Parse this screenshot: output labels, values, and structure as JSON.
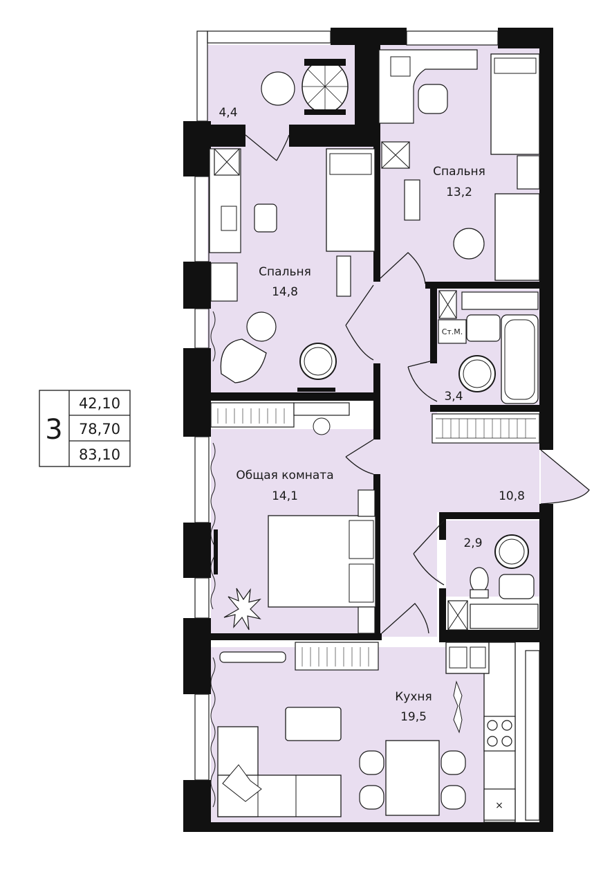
{
  "colors": {
    "room_fill": "#e9def0",
    "wall": "#111111",
    "furniture": "#ffffff",
    "line": "#1a1a1a"
  },
  "summary": {
    "rooms_count": "3",
    "living_area": "42,10",
    "total_area": "78,70",
    "area_with_balcony": "83,10"
  },
  "rooms": {
    "balcony": {
      "area": "4,4"
    },
    "bedroom_left": {
      "name": "Спальня",
      "area": "14,8"
    },
    "bedroom_right": {
      "name": "Спальня",
      "area": "13,2"
    },
    "bathroom": {
      "area": "3,4"
    },
    "storage_label": "Ст.М.",
    "hall": {
      "area": "10,8"
    },
    "toilet": {
      "area": "2,9"
    },
    "living_room": {
      "name": "Общая комната",
      "area": "14,1"
    },
    "kitchen": {
      "name": "Кухня",
      "area": "19,5"
    }
  },
  "stove_mark": "×",
  "icons": [
    "armchair-icon",
    "table-icon",
    "bed-icon",
    "desk-icon",
    "chair-icon",
    "bathtub-icon",
    "sink-icon",
    "washing-machine-icon",
    "toilet-icon",
    "plant-icon",
    "sofa-icon",
    "kitchen-stove-icon",
    "wardrobe-icon",
    "door-icon"
  ]
}
